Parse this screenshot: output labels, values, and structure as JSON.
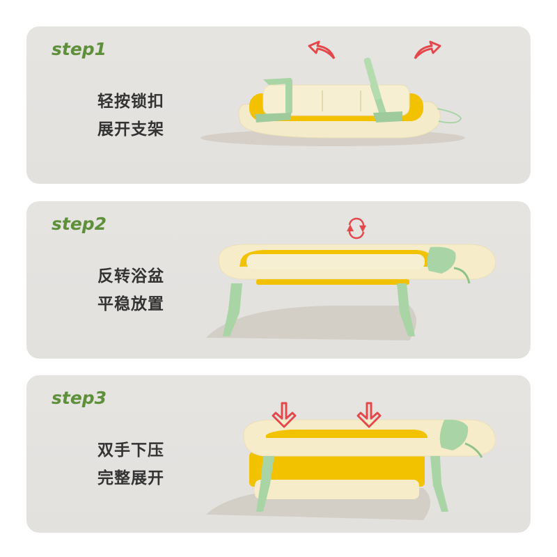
{
  "colors": {
    "background": "#ffffff",
    "panel": "#e5e3e0",
    "step_label": "#5e8f3a",
    "text": "#333333",
    "arrow_red": "#e4484a",
    "tub_cream": "#f6ecc9",
    "tub_yellow": "#f2c200",
    "accent_green": "#a9d4a6"
  },
  "steps": [
    {
      "label": "step1",
      "lines": [
        "轻按锁扣",
        "展开支架"
      ],
      "icon": "curved-arrows-up-outward",
      "illustration": "folded-bathtub-legs-lifting"
    },
    {
      "label": "step2",
      "lines": [
        "反转浴盆",
        "平稳放置"
      ],
      "icon": "rotate-icon",
      "illustration": "bathtub-on-legs-flipped"
    },
    {
      "label": "step3",
      "lines": [
        "双手下压",
        "完整展开"
      ],
      "icon": "down-arrows",
      "illustration": "bathtub-fully-expanded"
    }
  ]
}
